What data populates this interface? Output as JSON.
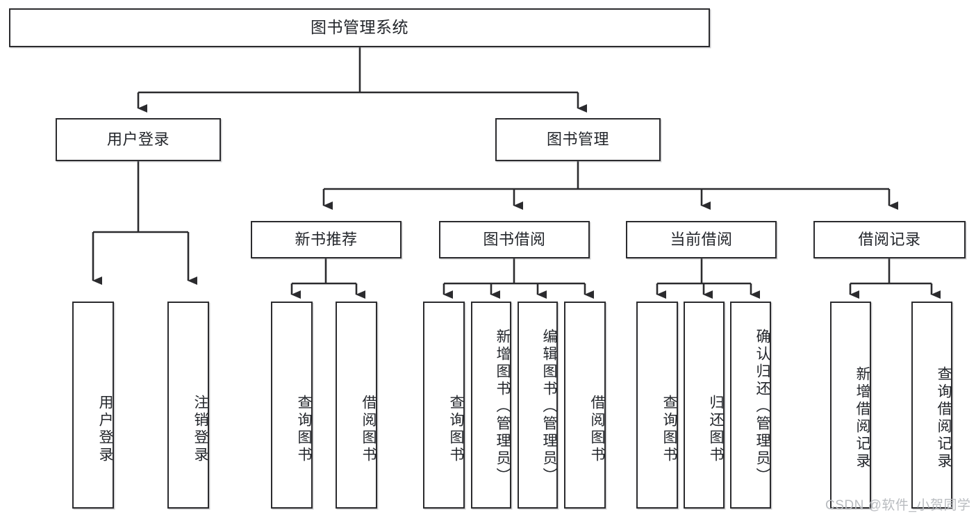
{
  "diagram": {
    "type": "tree-hierarchy-chart",
    "title": "图书管理系统",
    "stroke_color": "#2b2b2e",
    "fill_color": "#ffffff",
    "text_color": "#23262b",
    "root": {
      "label": "图书管理系统"
    },
    "level2": [
      {
        "label": "用户登录"
      },
      {
        "label": "图书管理"
      }
    ],
    "level3": [
      {
        "label": "新书推荐"
      },
      {
        "label": "图书借阅"
      },
      {
        "label": "当前借阅"
      },
      {
        "label": "借阅记录"
      }
    ],
    "leaves": {
      "user_login": [
        {
          "label": "用户登录"
        },
        {
          "label": "注销登录"
        }
      ],
      "new_book_recommend": [
        {
          "label": "查询图书"
        },
        {
          "label": "借阅图书"
        }
      ],
      "book_borrow": [
        {
          "label": "查询图书"
        },
        {
          "label": "新增图书（管理员）"
        },
        {
          "label": "编辑图书（管理员）"
        },
        {
          "label": "借阅图书"
        }
      ],
      "current_borrow": [
        {
          "label": "查询图书"
        },
        {
          "label": "归还图书"
        },
        {
          "label": "确认归还（管理员）"
        }
      ],
      "borrow_record": [
        {
          "label": "新增借阅记录"
        },
        {
          "label": "查询借阅记录"
        }
      ]
    }
  },
  "watermark": {
    "text": "CSDN @软件_小贺同学"
  }
}
